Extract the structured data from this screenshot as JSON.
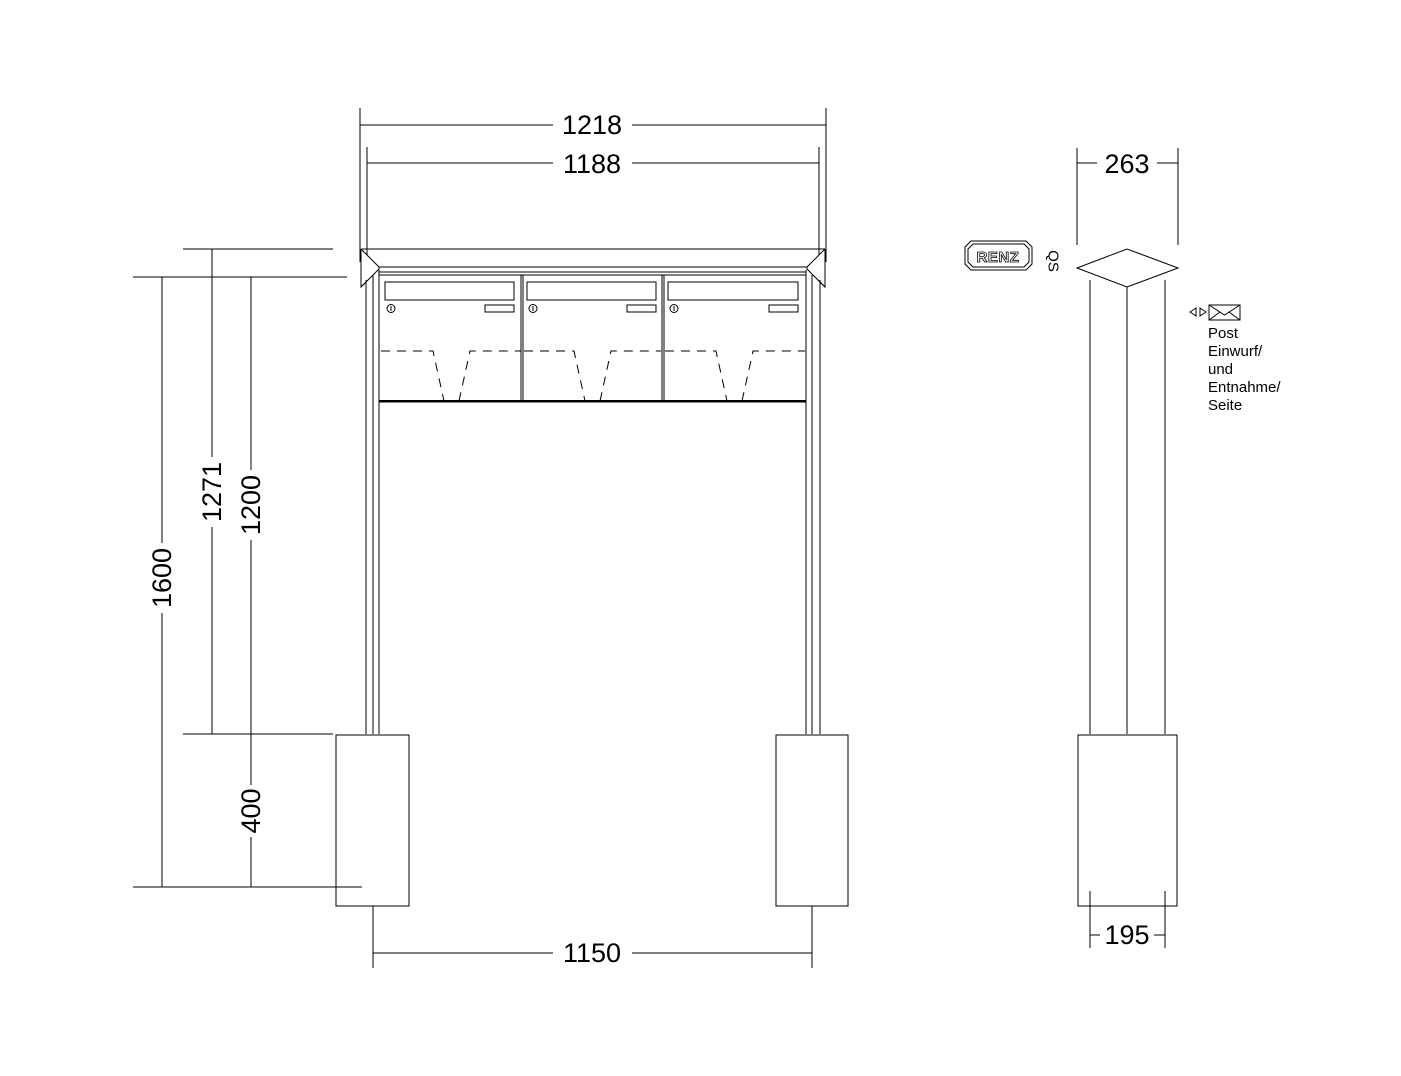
{
  "dimensions": {
    "overall_width": "1218",
    "inner_width": "1188",
    "post_spacing": "1150",
    "total_height": "1600",
    "roof_height": "1271",
    "frame_height": "1200",
    "base_height": "400",
    "side_depth": "263",
    "base_depth": "195"
  },
  "brand": {
    "logo_text": "RENZ",
    "qs_label": "QS"
  },
  "legend": {
    "icon": "envelope-icon",
    "lines": [
      "Post",
      "Einwurf/",
      "und",
      "Entnahme/",
      "Seite"
    ]
  },
  "mailbox_count": 3
}
